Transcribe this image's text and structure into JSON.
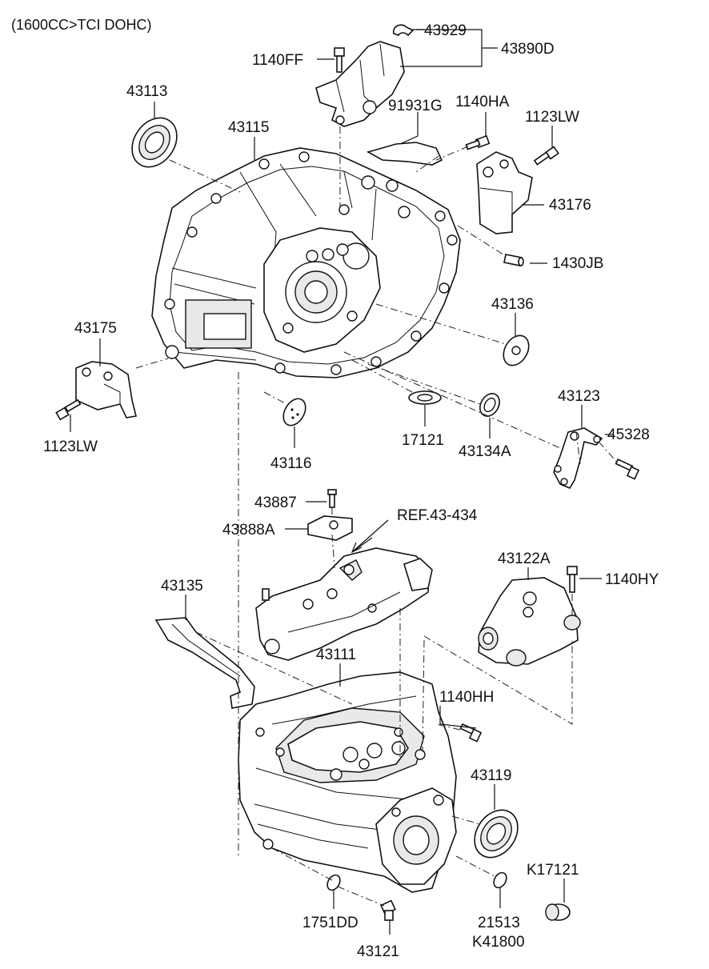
{
  "header": {
    "engine_spec": "(1600CC>TCI DOHC)"
  },
  "part_labels": {
    "p43929": "43929",
    "p43890D": "43890D",
    "p1140FF": "1140FF",
    "p43113": "43113",
    "p91931G": "91931G",
    "p1140HA": "1140HA",
    "p1123LW_top": "1123LW",
    "p43115": "43115",
    "p43176": "43176",
    "p1430JB": "1430JB",
    "p43136": "43136",
    "p43175": "43175",
    "p43123": "43123",
    "p45328": "45328",
    "p1123LW_left": "1123LW",
    "p17121": "17121",
    "p43134A": "43134A",
    "p43116": "43116",
    "p43887": "43887",
    "pREF": "REF.43-434",
    "p43888A": "43888A",
    "p43122A": "43122A",
    "p1140HY": "1140HY",
    "p43135": "43135",
    "p43111": "43111",
    "p1140HH": "1140HH",
    "p43119": "43119",
    "pK17121": "K17121",
    "p1751DD": "1751DD",
    "p21513": "21513",
    "pK41800": "K41800",
    "p43121": "43121"
  }
}
